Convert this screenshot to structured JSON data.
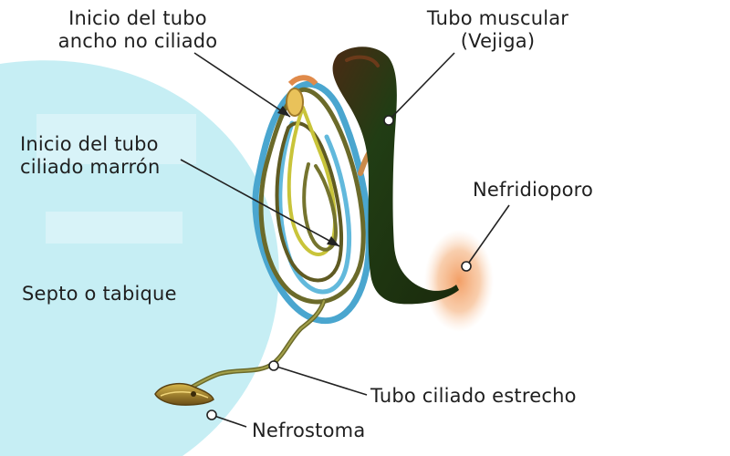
{
  "diagram": {
    "labels": {
      "wide_tube": {
        "line1": "Inicio del tubo",
        "line2": "ancho no ciliado"
      },
      "ciliated_brown": {
        "line1": "Inicio del tubo",
        "line2": "ciliado marrón"
      },
      "muscular_tube": {
        "line1": "Tubo muscular",
        "line2": "(Vejiga)"
      },
      "nephridiopore": "Nefridioporo",
      "septum": "Septo o tabique",
      "narrow_ciliated": "Tubo ciliado estrecho",
      "nephrostome": "Nefrostoma"
    },
    "colors": {
      "septum": "#c6eef4",
      "septum_box": "#d8f3f8",
      "bladder": "#1f3a13",
      "loop_blue": "#4aa6cf",
      "loop_olive": "#6b6a2a",
      "loop_yellow": "#c9c43a",
      "pore_glow": "#f6b98a",
      "funnel": "#c6a03a",
      "leader": "#222222"
    }
  }
}
